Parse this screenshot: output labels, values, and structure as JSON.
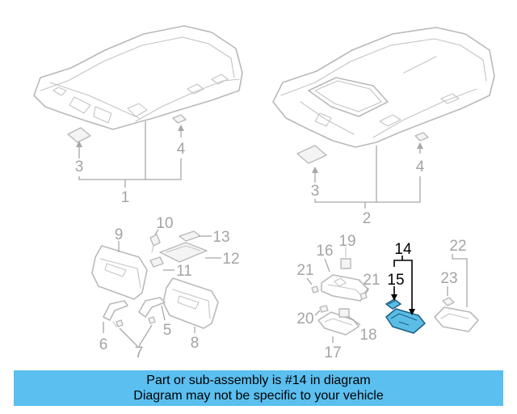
{
  "callouts": {
    "c1": "1",
    "c2": "2",
    "c3a": "3",
    "c3b": "3",
    "c4a": "4",
    "c4b": "4",
    "c5": "5",
    "c6": "6",
    "c7": "7",
    "c8": "8",
    "c9": "9",
    "c10": "10",
    "c11": "11",
    "c12": "12",
    "c13": "13",
    "c14": "14",
    "c15": "15",
    "c16": "16",
    "c17": "17",
    "c18": "18",
    "c19": "19",
    "c20": "20",
    "c21a": "21",
    "c21b": "21",
    "c22": "22",
    "c23": "23"
  },
  "highlight": {
    "part_number": "14",
    "color": "#5bbde6"
  },
  "banner": {
    "line1": "Part or sub-assembly is #14 in diagram",
    "line2": "Diagram may not be specific to your vehicle",
    "background": "#5bbff0"
  }
}
